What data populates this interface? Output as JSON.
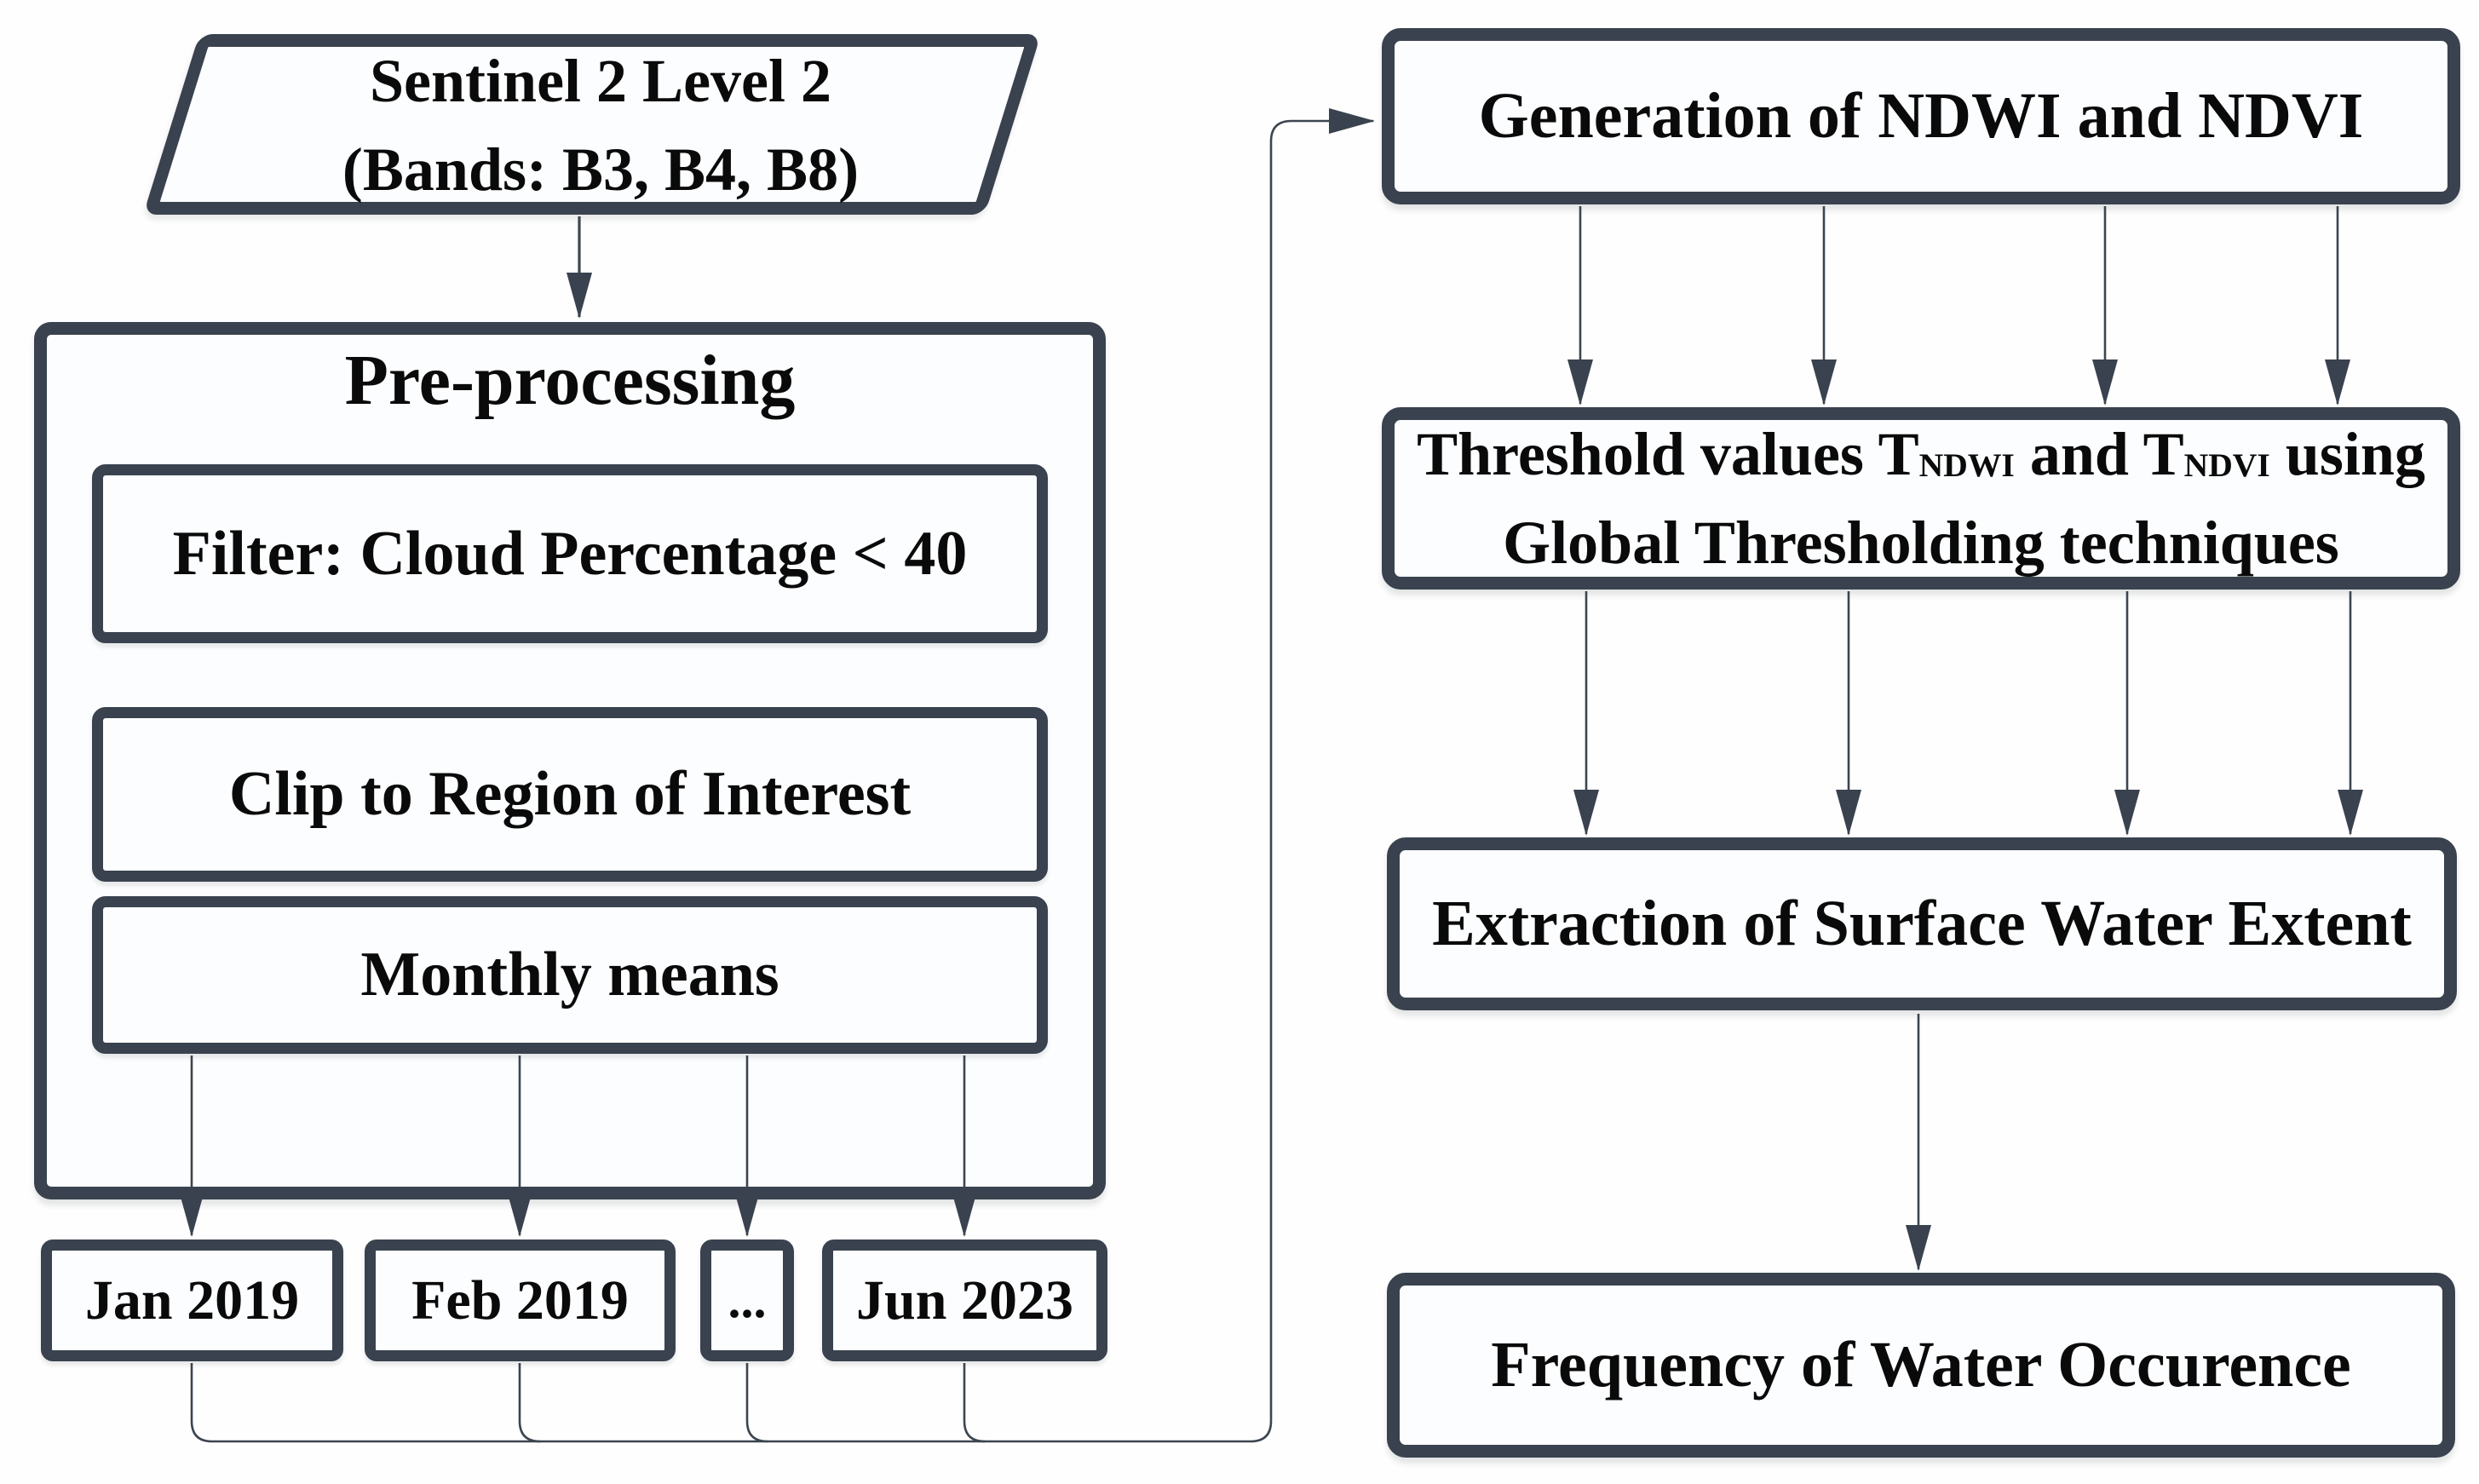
{
  "style": {
    "background": "#fefefe",
    "border_color": "#39424e",
    "arrow_color": "#3c454f",
    "box_fill": "#fcfdfe",
    "text_color": "#0a0a0a"
  },
  "nodes": {
    "source": {
      "line1": "Sentinel 2 Level 2",
      "line2": "(Bands: B3, B4, B8)"
    },
    "preprocessing": {
      "title": "Pre-processing",
      "steps": [
        "Filter: Cloud Percentage < 40",
        "Clip to Region of Interest",
        "Monthly means"
      ]
    },
    "months": [
      "Jan 2019",
      "Feb 2019",
      "...",
      "Jun 2023"
    ],
    "generation": {
      "label": "Generation of NDWI and NDVI"
    },
    "threshold": {
      "line1_part1": "Threshold values T",
      "line1_sub1": "NDWI",
      "line1_part2": " and T",
      "line1_sub2": "NDVI",
      "line1_part3": " using",
      "line2": "Global Thresholding techniques"
    },
    "extraction": {
      "label": "Extraction of Surface Water Extent"
    },
    "frequency": {
      "label": "Frequency of Water Occurence"
    }
  }
}
